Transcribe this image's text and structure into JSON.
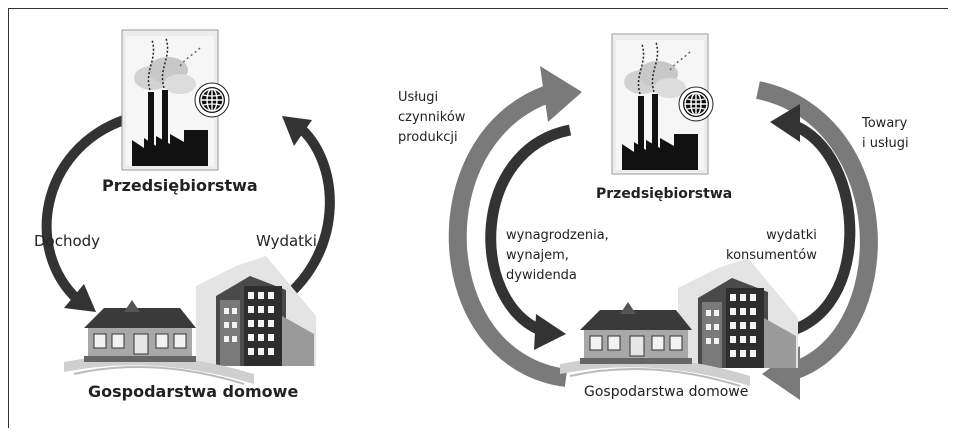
{
  "left": {
    "firms_label": "Przedsiębiorstwa",
    "households_label": "Gospodarstwa domowe",
    "flow_left_label": "Dochody",
    "flow_right_label": "Wydatki"
  },
  "right": {
    "firms_label": "Przedsiębiorstwa",
    "households_label": "Gospodarstwa domowe",
    "outer_left_label": "Usługi\nczynników\nprodukcji",
    "outer_right_label": "Towary\ni usługi",
    "inner_left_label": "wynagrodzenia,\nwynajem,\ndywidenda",
    "inner_right_label": "wydatki\nkonsumentów"
  },
  "icons": [
    "factory-icon",
    "globe-icon",
    "house-icon",
    "buildings-icon"
  ],
  "colors": {
    "dark_arrow": "#333333",
    "grey_arrow": "#7a7a7a"
  }
}
